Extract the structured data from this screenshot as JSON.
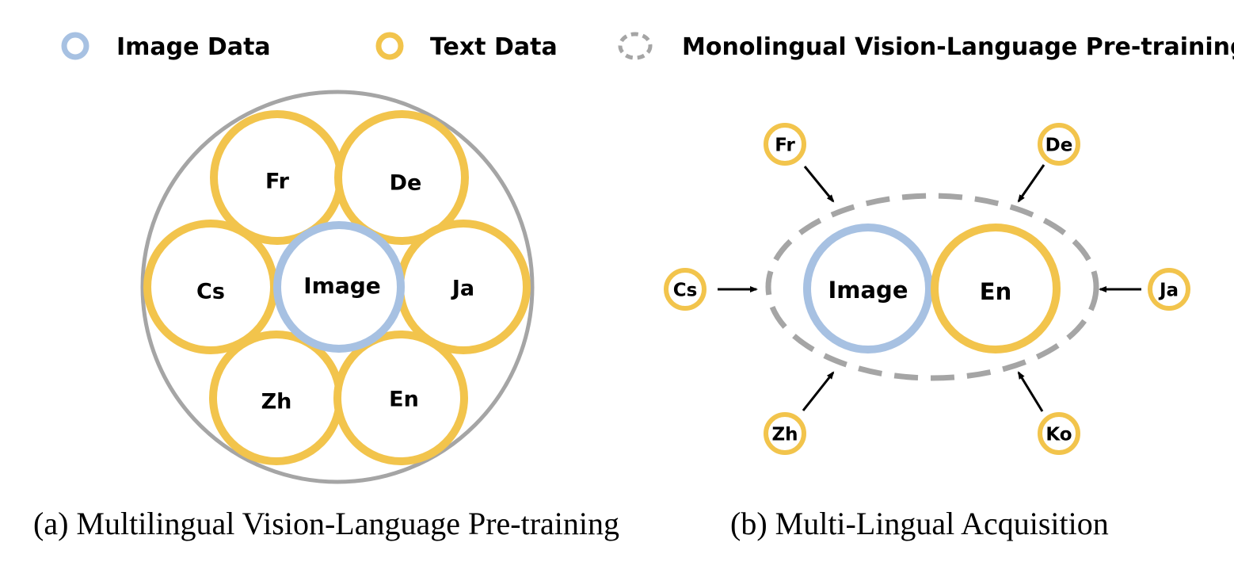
{
  "colors": {
    "image": "#a7c1e2",
    "text": "#f2c44c",
    "group": "#a5a5a5",
    "arrow": "#000000"
  },
  "legend": {
    "image_label": "Image Data",
    "text_label": "Text Data",
    "mono_label": "Monolingual Vision-Language Pre-training"
  },
  "panel_a": {
    "caption": "(a) Multilingual Vision-Language Pre-training",
    "center_label": "Image",
    "languages": [
      "Fr",
      "De",
      "Cs",
      "Ja",
      "Zh",
      "En"
    ]
  },
  "panel_b": {
    "caption": "(b) Multi-Lingual Acquisition",
    "center_image_label": "Image",
    "center_text_label": "En",
    "languages": [
      "Fr",
      "De",
      "Cs",
      "Ja",
      "Zh",
      "Ko"
    ]
  }
}
